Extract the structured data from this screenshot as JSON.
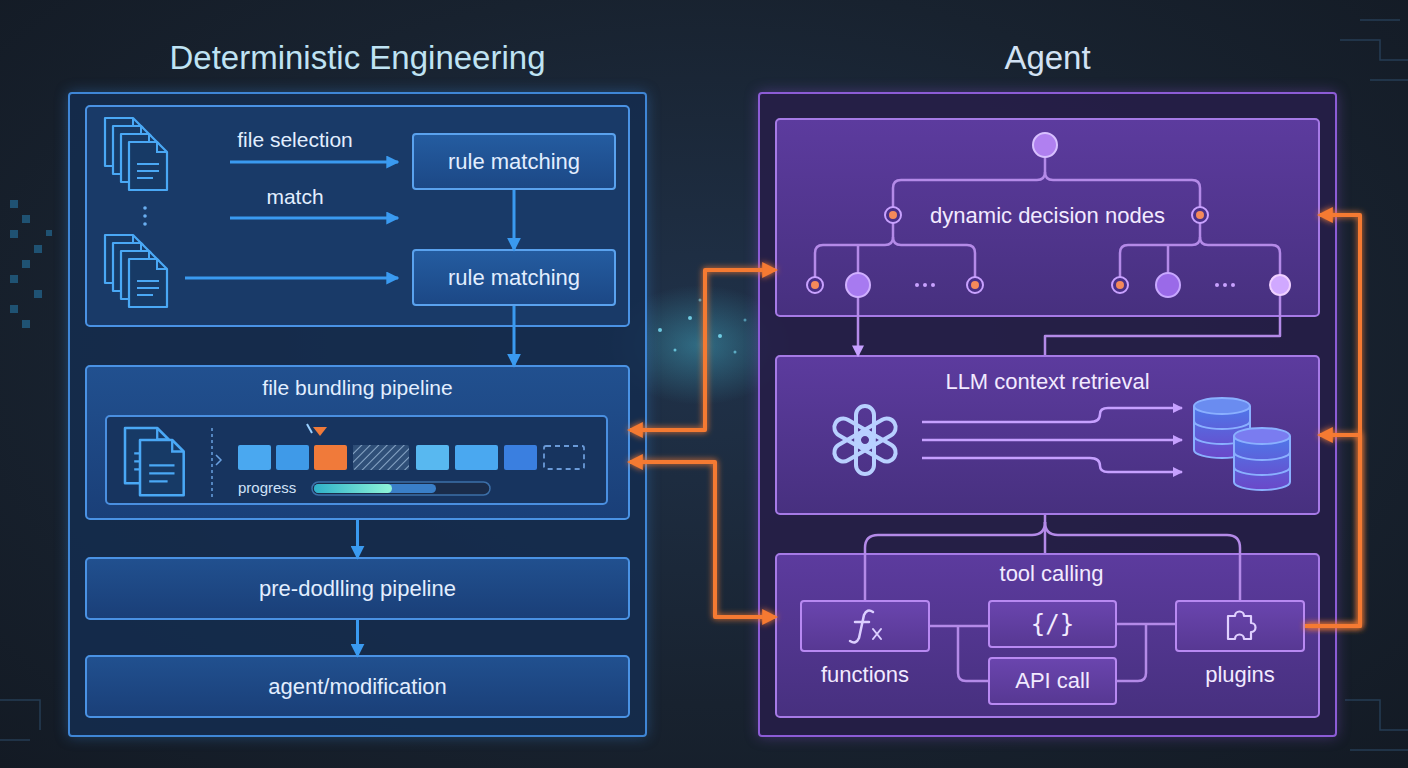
{
  "diagram": {
    "nodes": [
      {
        "text": [
          "Deterministic Engineering"
        ]
      },
      {
        "text": [
          "file selection",
          "match"
        ],
        "in": 0
      },
      {
        "text": [
          "rule matching"
        ],
        "in": 1
      },
      {
        "text": [
          "rule matching"
        ],
        "in": 1
      },
      {
        "text": [
          "file bundling pipeline"
        ],
        "in": 0
      },
      {
        "text": [
          "progress"
        ],
        "in": 4
      },
      {
        "text": [
          "pre-dodlling pipeline"
        ],
        "in": 0
      },
      {
        "text": [
          "agent/modification"
        ],
        "in": 0
      },
      {
        "text": [
          "Agent"
        ]
      },
      {
        "text": [
          "dynamic decision nodes"
        ],
        "in": 8
      },
      {
        "text": [
          "LLM context retrieval"
        ],
        "in": 8
      },
      {
        "text": [
          "tool calling"
        ],
        "in": 8
      },
      {
        "text": [
          "functions"
        ],
        "in": 11
      },
      {
        "text": [
          "{/}"
        ],
        "in": 11
      },
      {
        "text": [
          "API call"
        ],
        "in": 11
      },
      {
        "text": [
          "plugins"
        ],
        "in": 11
      }
    ],
    "edges": [
      {
        "from": 2,
        "to": 3,
        "arrow": "to"
      },
      {
        "from": 3,
        "to": 4,
        "arrow": "to"
      },
      {
        "from": 4,
        "to": 6,
        "arrow": "to"
      },
      {
        "from": 6,
        "to": 7,
        "arrow": "to"
      },
      {
        "from": 2,
        "to": 9,
        "arrow": "to"
      },
      {
        "from": 4,
        "to": 9,
        "arrow": "both"
      },
      {
        "from": 4,
        "to": 11,
        "arrow": "both"
      },
      {
        "from": 11,
        "to": 7,
        "arrow": "to"
      },
      {
        "from": 15,
        "to": 9,
        "arrow": "to"
      },
      {
        "from": 15,
        "to": 10,
        "arrow": "to"
      },
      {
        "from": 9,
        "to": 10,
        "arrow": "to"
      },
      {
        "from": 9,
        "to": 10,
        "arrow": "none"
      },
      {
        "from": 10,
        "to": 11,
        "arrow": "none"
      }
    ]
  }
}
